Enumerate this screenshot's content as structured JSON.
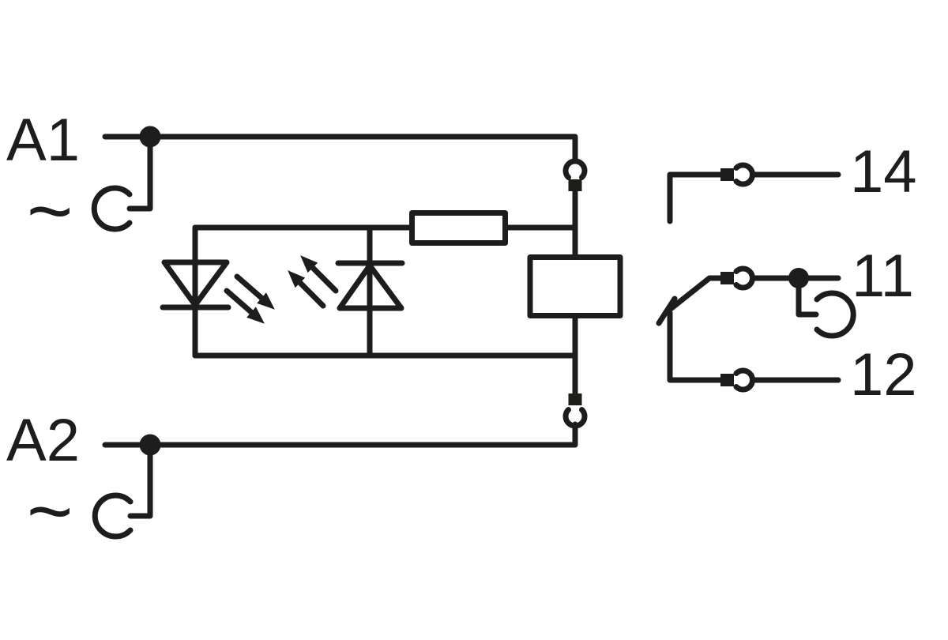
{
  "colors": {
    "line": "#1d1d1b",
    "background": "#ffffff"
  },
  "labels": {
    "a1": "A1",
    "a1_ac": "~",
    "a2": "A2",
    "a2_ac": "~",
    "contact_14": "14",
    "contact_11": "11",
    "contact_12": "12"
  },
  "symbols": [
    "clamp-terminal-a1",
    "clamp-terminal-a2",
    "clamp-terminal-11",
    "plug-pin-socket-top",
    "plug-pin-socket-bottom",
    "plug-pin-socket-14",
    "plug-pin-socket-11",
    "plug-pin-socket-12",
    "series-resistor",
    "led-indicator",
    "reverse-diode",
    "relay-coil",
    "changeover-contact-arm",
    "junction-dot-a1",
    "junction-dot-a2",
    "junction-dot-11"
  ]
}
